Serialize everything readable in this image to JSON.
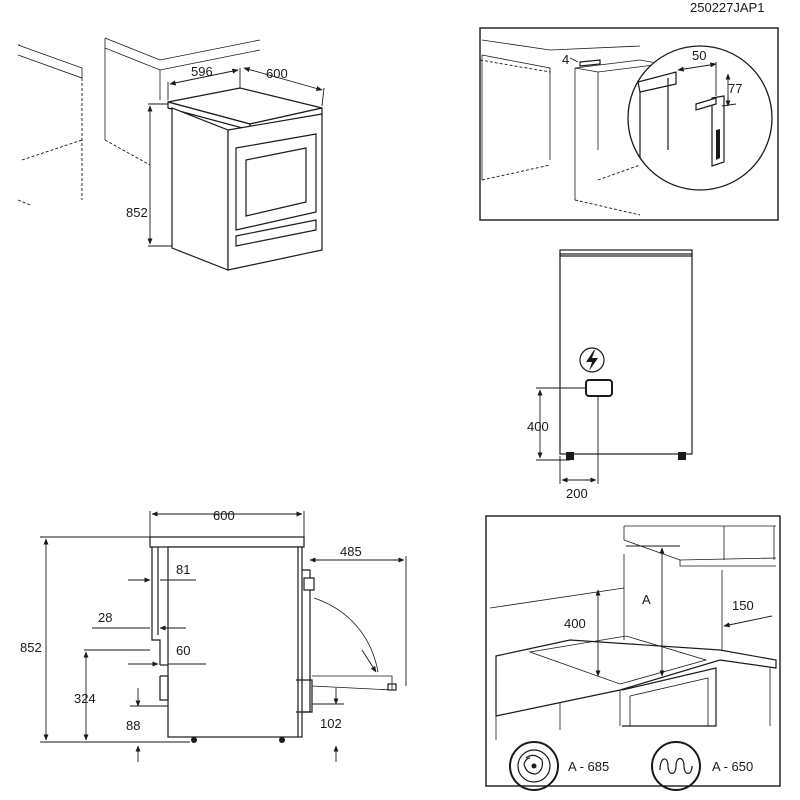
{
  "doc_code": "250227JAP1",
  "panel_cabinet": {
    "depth": "596",
    "width": "600",
    "height": "852"
  },
  "panel_bracket": {
    "gap": "4",
    "offset": "50",
    "bracket_height": "77"
  },
  "panel_electric": {
    "socket_height": "400",
    "socket_offset": "200",
    "electric_symbol": "lightning-bolt-icon"
  },
  "panel_side": {
    "width": "600",
    "door_open": "485",
    "height_total": "852",
    "top_offset": "81",
    "side_gap": "28",
    "drawer_gap": "60",
    "lower_height": "324",
    "foot_left": "88",
    "foot_right": "102"
  },
  "panel_clearance": {
    "dim_a": "A",
    "hob_height": "400",
    "side_clearance": "150",
    "fan_label": "A - 685",
    "heater_label": "A - 650",
    "fan_icon": "fan-icon",
    "heater_icon": "heating-coil-icon"
  }
}
